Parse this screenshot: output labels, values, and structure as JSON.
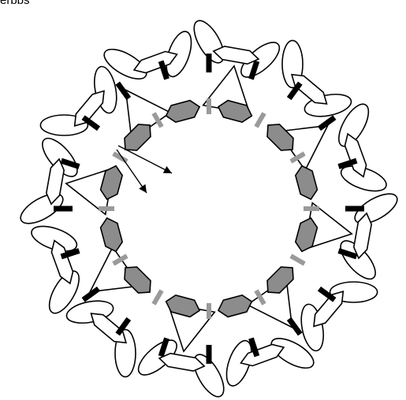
{
  "caption": "erbbs",
  "colors": {
    "stroke": "#000000",
    "fill_inner_bead": "#8c8c8c",
    "fill_outer": "#ffffff",
    "spacer_inner": "#9a9a9a",
    "spacer_outer": "#000000"
  },
  "icons": [
    "loop-ellipse",
    "pointed-hexagon-bead",
    "triangle-bead",
    "bar-spacer",
    "arrow"
  ]
}
